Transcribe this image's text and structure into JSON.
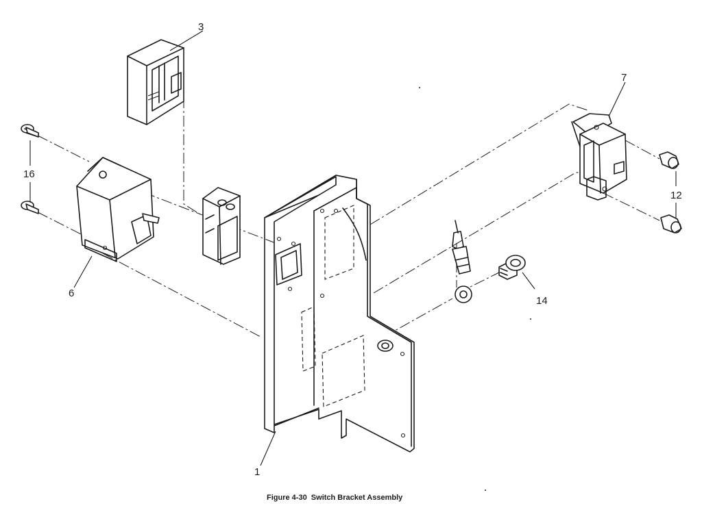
{
  "caption": "Figure 4-30  Switch Bracket Assembly",
  "callouts": {
    "bracket": "1",
    "switch_cover": "3",
    "switch_large": "6",
    "micro_switch": "7",
    "screw_switch": "12",
    "screw_ground": "14",
    "screw_mount": "16"
  }
}
